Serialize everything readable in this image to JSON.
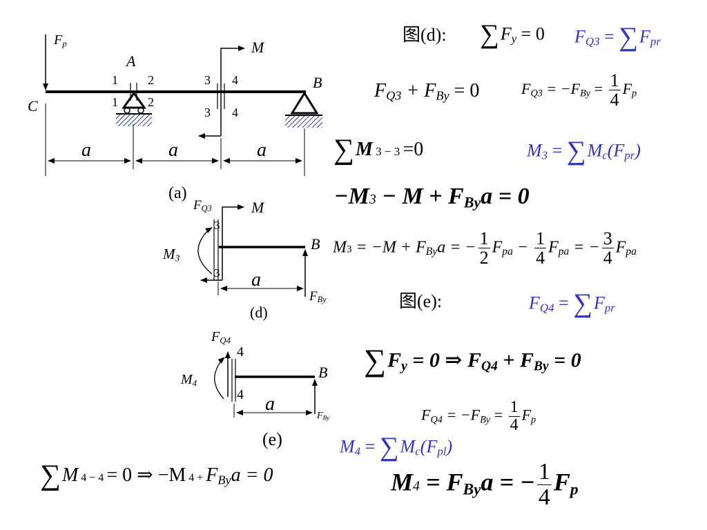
{
  "beam_a": {
    "fp": "F",
    "fp_sub": "p",
    "a_label": "A",
    "b_label": "B",
    "c_label": "C",
    "s1": "1",
    "s2": "2",
    "s3": "3",
    "s4": "4",
    "m": "M",
    "dim": "a",
    "caption": "(a)"
  },
  "diagram_d": {
    "fq": "F",
    "fq_sub": "Q3",
    "m": "M",
    "m3": "M",
    "m3_sub": "3",
    "s3": "3",
    "b": "B",
    "dim": "a",
    "fby": "F",
    "fby_sub": "By",
    "caption": "(d)"
  },
  "diagram_e": {
    "fq": "F",
    "fq_sub": "Q4",
    "m4": "M",
    "m4_sub": "4",
    "s4": "4",
    "b": "B",
    "dim": "a",
    "fby": "F",
    "fby_sub": "By",
    "caption": "(e)"
  },
  "eq": {
    "fig_d_title": "图(d):",
    "d_sum": "∑",
    "d_fy": "F",
    "d_fy_sub": "y",
    "d_eq0": " = 0",
    "d_fq3": "F",
    "d_fq3_sub": "Q3",
    "d_fq3_rhs": " = ",
    "d_fq3_sum": "∑",
    "d_fpr": "F",
    "d_fpr_sub": "pr",
    "e1_a": "F",
    "e1_a_sub": "Q3",
    "e1_b": " + F",
    "e1_b_sub": "By",
    "e1_c": " = 0",
    "e2_a": "F",
    "e2_a_sub": "Q3",
    "e2_b": " = −F",
    "e2_b_sub": "By",
    "e2_c": " = ",
    "e2_num": "1",
    "e2_den": "4",
    "e2_d": "F",
    "e2_d_sub": "p",
    "e3_sum": "∑",
    "e3": "M",
    "e3_sub": " 3 − 3 ",
    "e3_c": "=0",
    "e4_a": "M",
    "e4_a_sub": "3",
    "e4_b": " = ",
    "e4_sum": "∑",
    "e4_c": "M",
    "e4_c_sub": "c",
    "e4_d": "(F",
    "e4_d_sub": "pr",
    "e4_e": ")",
    "e5": "−M",
    "e5_sub": "3",
    "e5_b": " − M + F",
    "e5_b_sub": "By",
    "e5_c": "a = 0",
    "e6_a": "M",
    "e6_a_sub": "3",
    "e6_b": " = −M + F",
    "e6_b_sub": "By",
    "e6_c": "a = −",
    "e6_n1": "1",
    "e6_d1": "2",
    "e6_f1": "F",
    "e6_f1_sub": "pa",
    "e6_m": " − ",
    "e6_n2": "1",
    "e6_d2": "4",
    "e6_f2": "F",
    "e6_f2_sub": "pa",
    "e6_m2": " = −",
    "e6_n3": "3",
    "e6_d3": "4",
    "e6_f3": "F",
    "e6_f3_sub": "pa",
    "fig_e_title": "图(e):",
    "e7_a": "F",
    "e7_a_sub": "Q4",
    "e7_b": " = ",
    "e7_sum": "∑",
    "e7_c": "F",
    "e7_c_sub": "pr",
    "e8_sum": "∑",
    "e8_a": "F",
    "e8_a_sub": "y",
    "e8_b": " = 0 ⇒ F",
    "e8_b_sub": "Q4",
    "e8_c": " + F",
    "e8_c_sub": "By",
    "e8_d": " = 0",
    "e9_a": "F",
    "e9_a_sub": "Q4",
    "e9_b": " = −F",
    "e9_b_sub": "By",
    "e9_c": " = ",
    "e9_num": "1",
    "e9_den": "4",
    "e9_d": "F",
    "e9_d_sub": "p",
    "e10_a": "M",
    "e10_a_sub": "4",
    "e10_b": " = ",
    "e10_sum": "∑",
    "e10_c": "M",
    "e10_c_sub": "c",
    "e10_d": "(F",
    "e10_d_sub": "pl",
    "e10_e": ")",
    "e11_sum": "∑",
    "e11_a": "M",
    "e11_a_sub": " 4 − 4 ",
    "e11_b": "= 0 ⇒ −M",
    "e11_b_sub": " 4 + ",
    "e11_c": "F",
    "e11_c_sub": "By",
    "e11_d": "a = 0",
    "e12_a": "M",
    "e12_a_sub": "4",
    "e12_b": " = F",
    "e12_b_sub": "By",
    "e12_c": "a = −",
    "e12_num": "1",
    "e12_den": "4",
    "e12_d": "F",
    "e12_d_sub": "p"
  }
}
